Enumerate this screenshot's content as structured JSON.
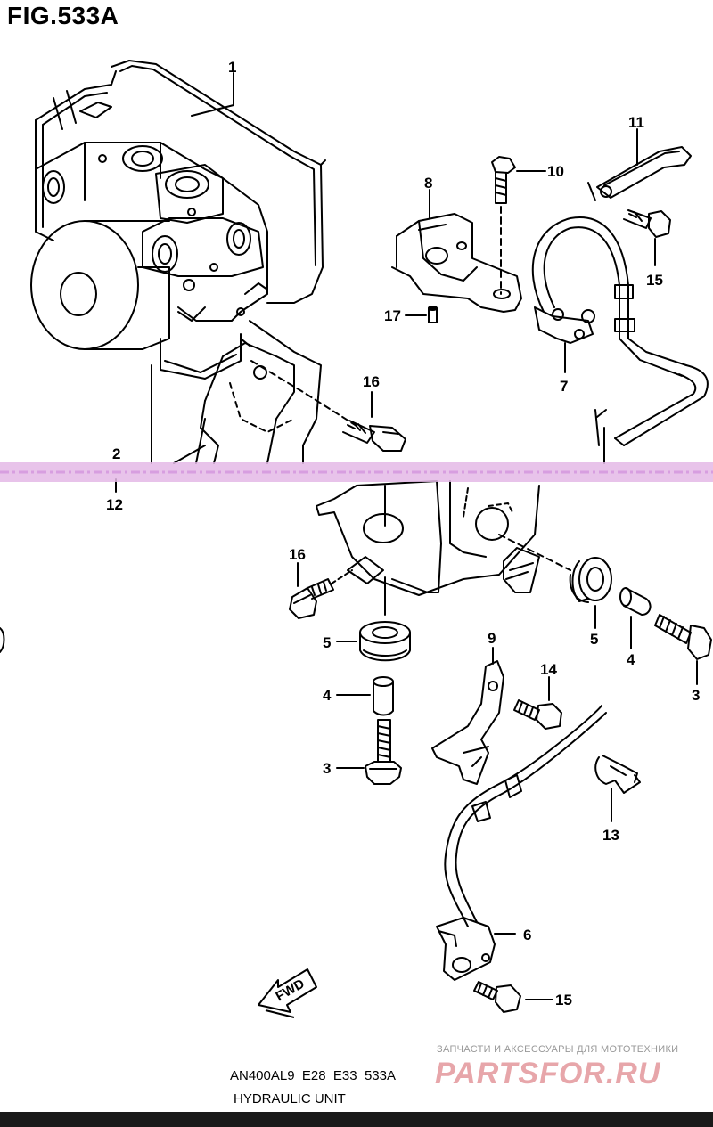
{
  "figure": {
    "title": "FIG.533A"
  },
  "callouts": {
    "c1": "1",
    "c2": "2",
    "c12": "12",
    "c8": "8",
    "c10": "10",
    "c11": "11",
    "c15a": "15",
    "c17": "17",
    "c7": "7",
    "c16a": "16",
    "c16b": "16",
    "c5a": "5",
    "c5b": "5",
    "c4a": "4",
    "c4b": "4",
    "c3a": "3",
    "c3b": "3",
    "c9": "9",
    "c14": "14",
    "c13": "13",
    "c6": "6",
    "c15b": "15"
  },
  "fwd_label": "FWD",
  "footer": {
    "code": "AN400AL9_E28_E33_533A",
    "name": "HYDRAULIC UNIT"
  },
  "watermark": {
    "tagline": "ЗАПЧАСТИ И АКСЕССУАРЫ ДЛЯ МОТОТЕХНИКИ",
    "logo": "PARTSFOR.RU"
  },
  "colors": {
    "band": "#e4b8e6",
    "line": "#000000",
    "watermark": "#e7a6aa"
  }
}
